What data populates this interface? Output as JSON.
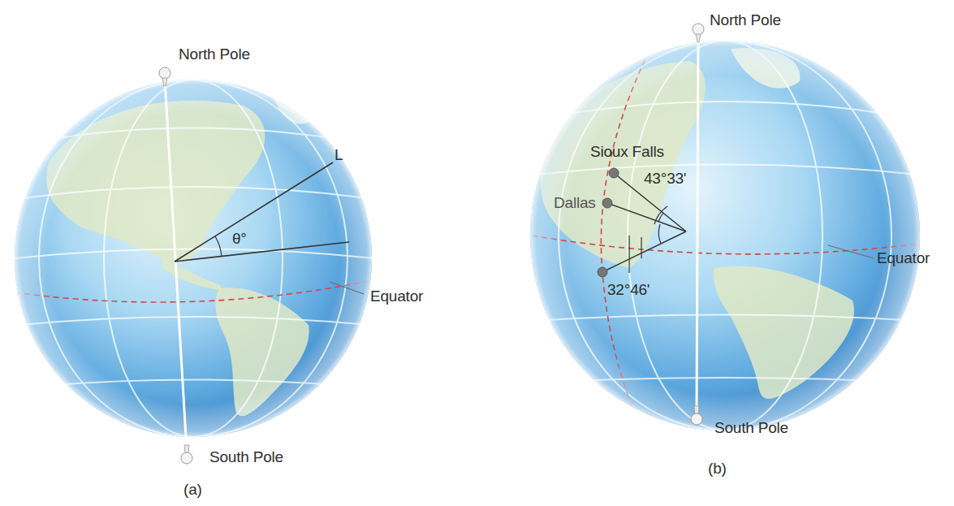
{
  "diagram": {
    "labels": [
      "North Pole",
      "L",
      "θ°",
      "Equator",
      "South Pole",
      "(a)",
      "North Pole",
      "Sioux Falls",
      "43°33'",
      "Dallas",
      "32°46'",
      "Equator",
      "South Pole",
      "(b)"
    ]
  }
}
